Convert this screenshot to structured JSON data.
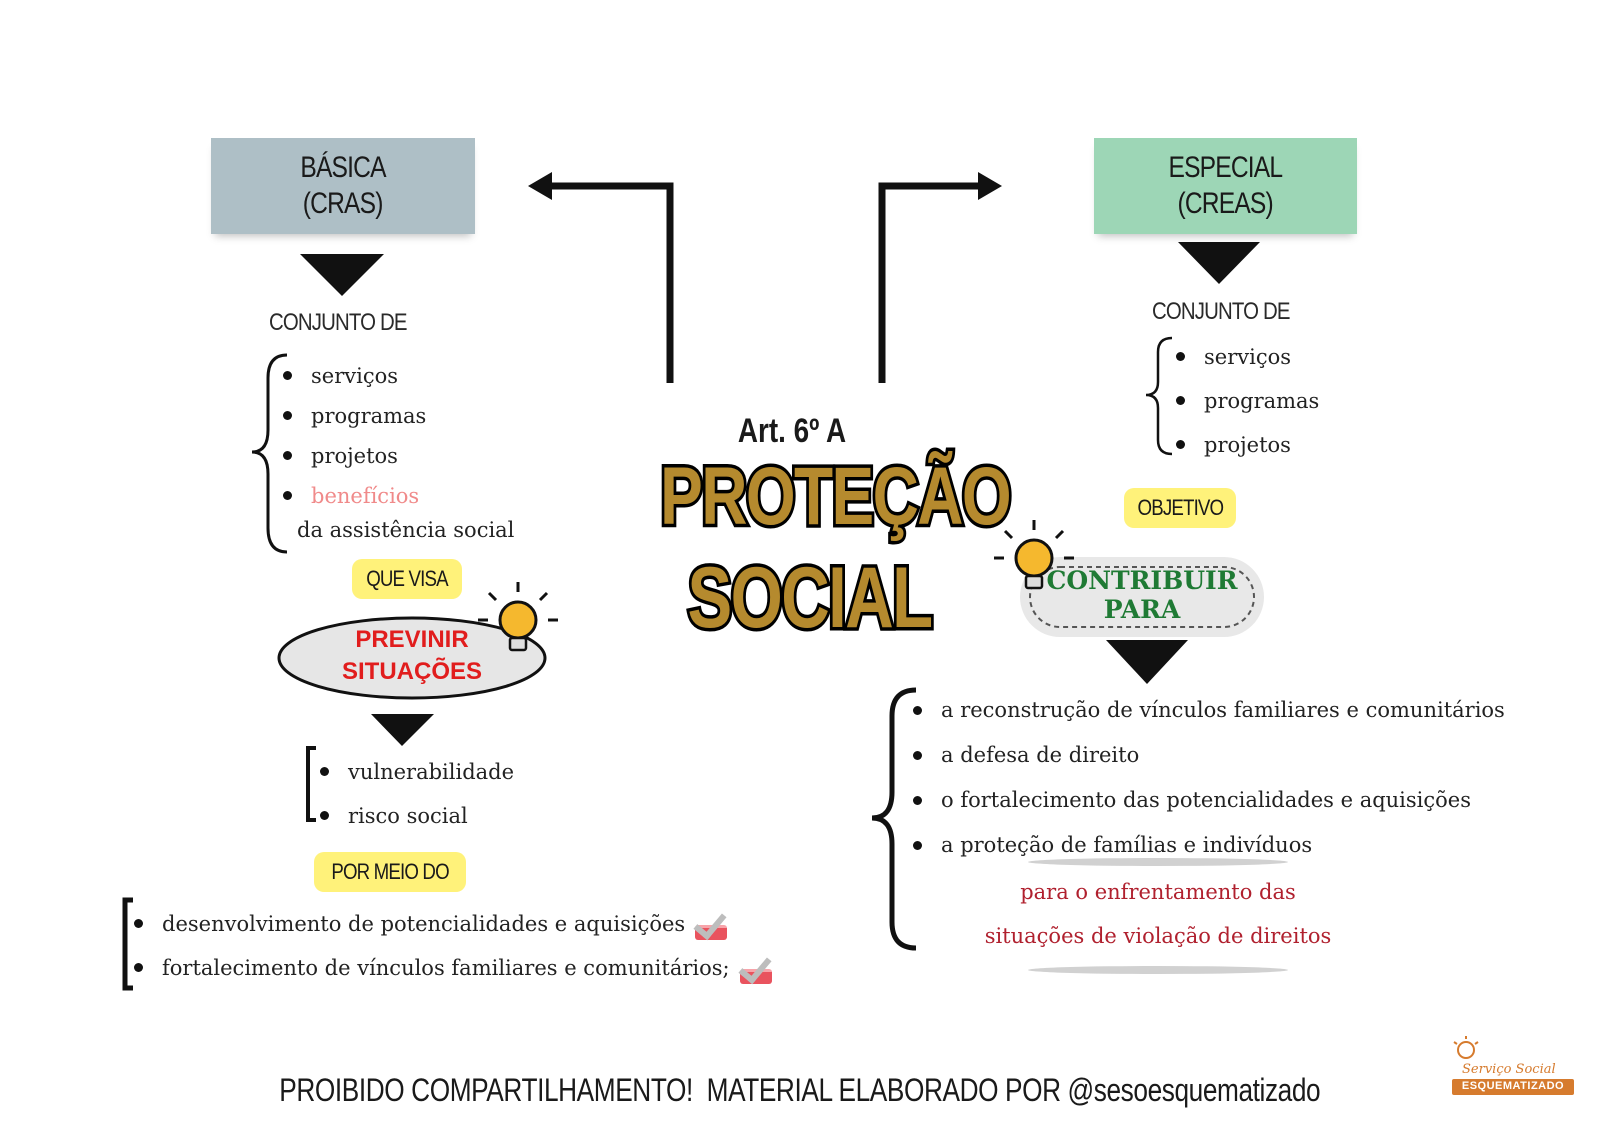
{
  "center": {
    "article": "Art. 6º A",
    "title_line1": "PROTEÇÃO",
    "title_line2": "SOCIAL"
  },
  "left": {
    "box_line1": "BÁSICA",
    "box_line2": "(CRAS)",
    "conjunto": "CONJUNTO DE",
    "items": [
      "serviços",
      "programas",
      "projetos",
      "benefícios"
    ],
    "items_suffix": "da assistência social",
    "tag_visa": "QUE VISA",
    "oval_line1": "PREVINIR",
    "oval_line2": "SITUAÇÕES",
    "risks": [
      "vulnerabilidade",
      "risco social"
    ],
    "tag_meio": "POR MEIO DO",
    "means": [
      "desenvolvimento de potencialidades e aquisições",
      "fortalecimento de vínculos familiares e comunitários;"
    ]
  },
  "right": {
    "box_line1": "ESPECIAL",
    "box_line2": "(CREAS)",
    "conjunto": "CONJUNTO DE",
    "items": [
      "serviços",
      "programas",
      "projetos"
    ],
    "tag_objetivo": "OBJETIVO",
    "oval_line1": "CONTRIBUIR",
    "oval_line2": "PARA",
    "goals": [
      "a reconstrução de vínculos familiares e comunitários",
      "a defesa de direito",
      "o fortalecimento das potencialidades e aquisições",
      "a proteção de famílias e indivíduos"
    ],
    "goal_note_line1": "para o enfrentamento das",
    "goal_note_line2": "situações de violação de direitos"
  },
  "footer": {
    "text": "PROIBIDO COMPARTILHAMENTO!  MATERIAL ELABORADO POR @sesoesquematizado",
    "logo_line1": "Serviço Social",
    "logo_line2": "ESQUEMATIZADO"
  },
  "colors": {
    "basica_box": "#aebfc6",
    "especial_box": "#9dd6b6",
    "tag": "#fff27a",
    "title_gold": "#b58a2e",
    "alert_red": "#e11d1d",
    "green": "#1f7a34",
    "pink": "#f08a8a",
    "note_red": "#b0202e"
  },
  "icons": [
    "lightbulb-icon",
    "checkbox-tick-icon",
    "arrow-left-icon",
    "arrow-right-icon",
    "triangle-down-icon",
    "curly-brace-icon",
    "square-bracket-icon"
  ]
}
